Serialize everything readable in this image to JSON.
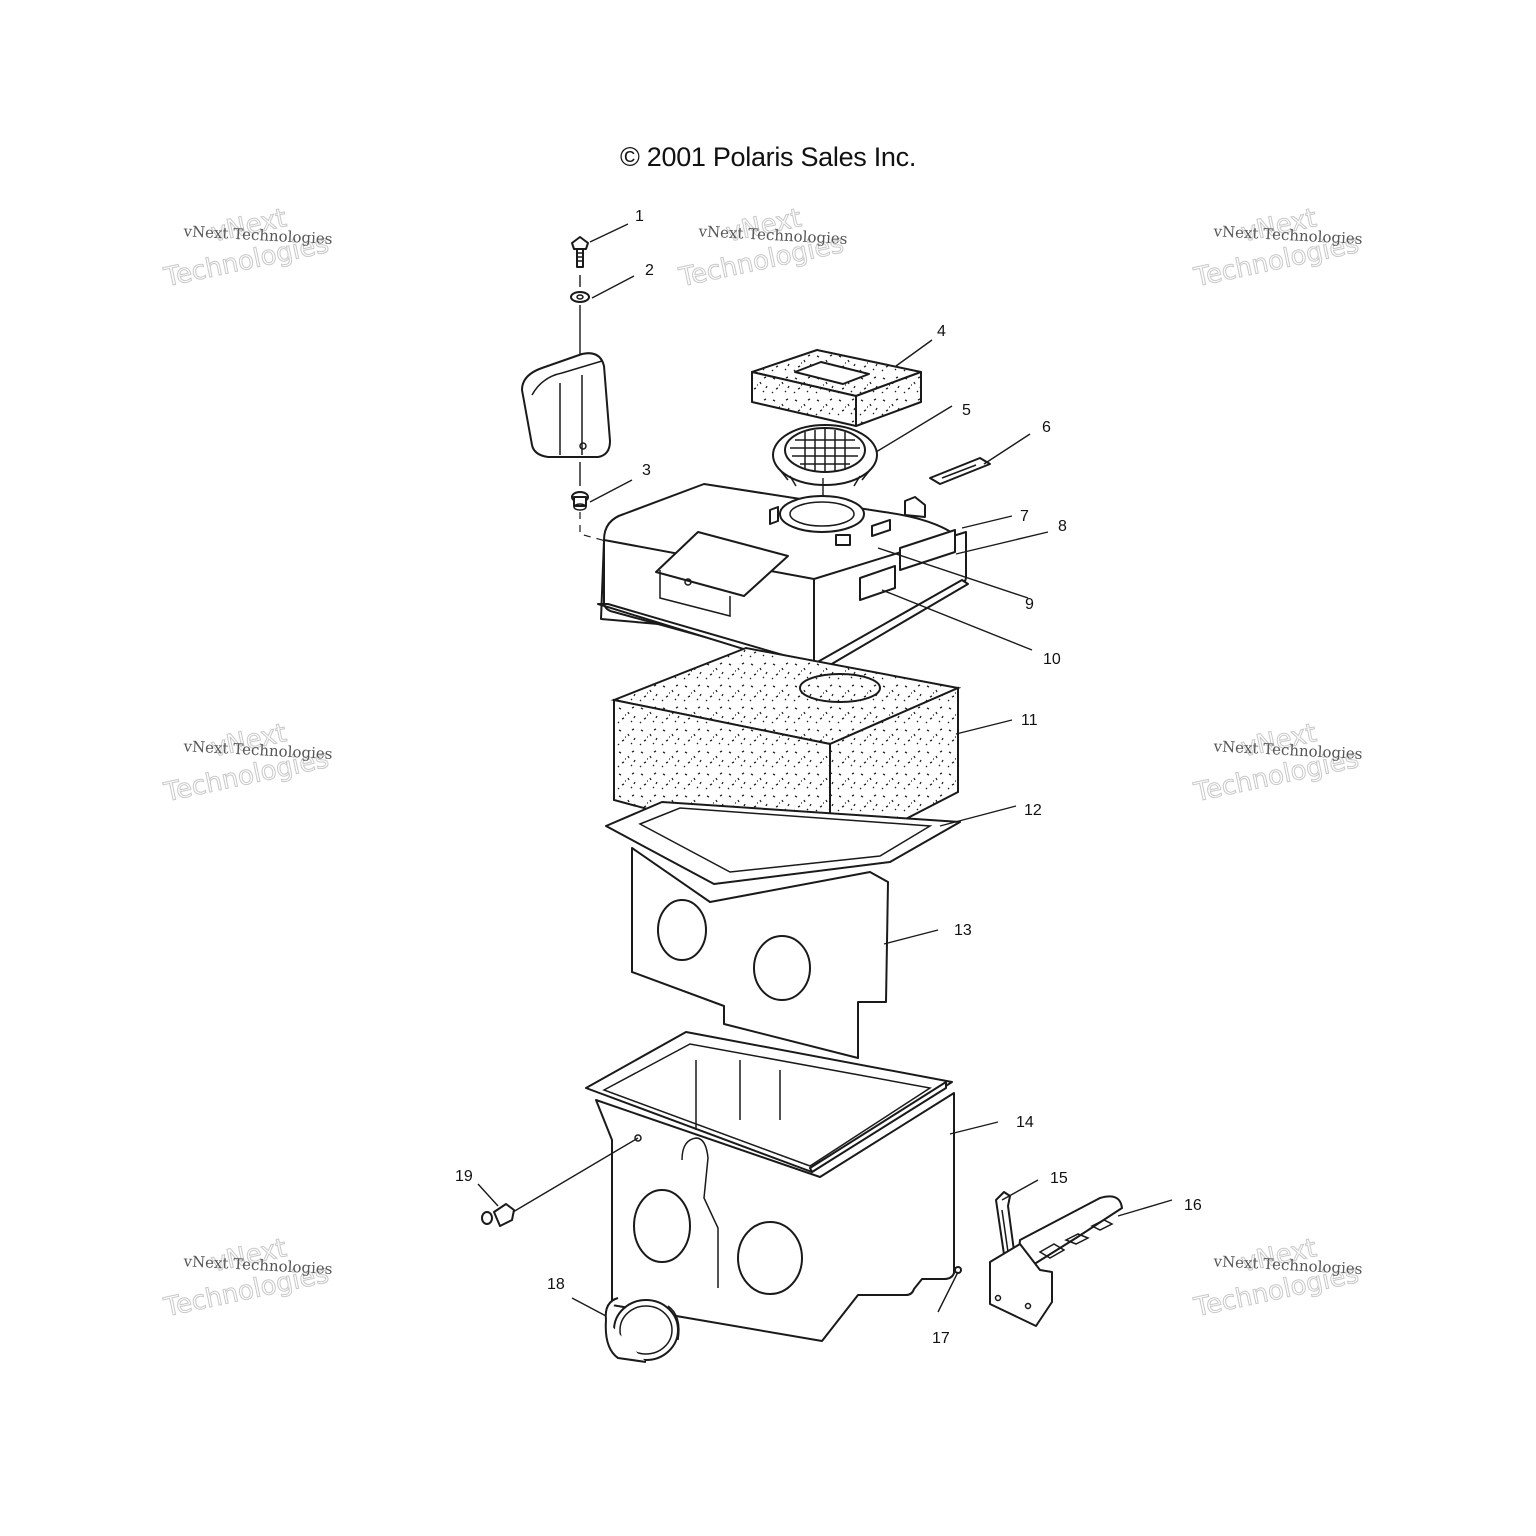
{
  "copyright": "© 2001 Polaris Sales Inc.",
  "watermark": {
    "small": "vNext Technologies",
    "large_top": "vNext",
    "large_bottom": "Technologies"
  },
  "callouts": [
    "1",
    "2",
    "3",
    "4",
    "5",
    "6",
    "7",
    "8",
    "9",
    "10",
    "11",
    "12",
    "13",
    "14",
    "15",
    "16",
    "17",
    "18",
    "19"
  ]
}
